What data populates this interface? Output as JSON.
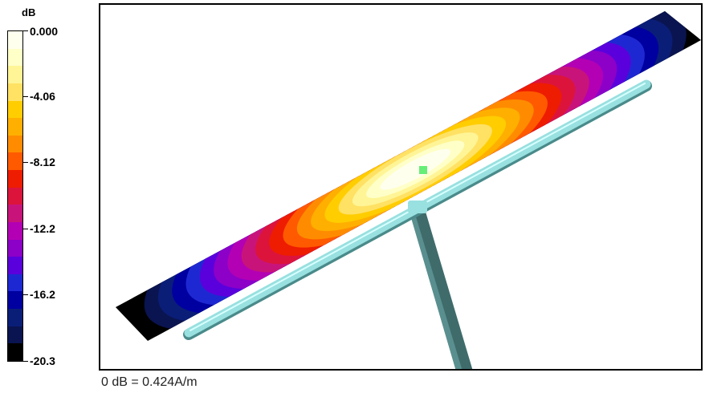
{
  "legend": {
    "unit": "dB",
    "tick_labels": [
      "0.000",
      "-4.06",
      "-8.12",
      "-12.2",
      "-16.2",
      "-20.3"
    ],
    "colors": [
      "#ffffee",
      "#ffffc8",
      "#fff596",
      "#ffe164",
      "#ffcd00",
      "#ffaf00",
      "#ff8c00",
      "#ff5a00",
      "#ee1c00",
      "#dc143c",
      "#c8147a",
      "#b400b4",
      "#8c00c8",
      "#5a00dc",
      "#1e28d2",
      "#0000a0",
      "#0a1e78",
      "#0a1450",
      "#000000"
    ]
  },
  "viewport": {
    "field_colors": [
      "#ffffee",
      "#ffffc8",
      "#fff596",
      "#ffe164",
      "#ffcd00",
      "#ffaf00",
      "#ff8c00",
      "#ff5a00",
      "#ee1c00",
      "#dc143c",
      "#c8147a",
      "#b400b4",
      "#8c00c8",
      "#5a00dc",
      "#1e28d2",
      "#0000a0",
      "#0a1e78",
      "#0a1450",
      "#000000"
    ],
    "antenna_color": "#99e0e0",
    "feed_marker_color": "#66ee77"
  },
  "footer": {
    "note": "0 dB = 0.424A/m"
  }
}
